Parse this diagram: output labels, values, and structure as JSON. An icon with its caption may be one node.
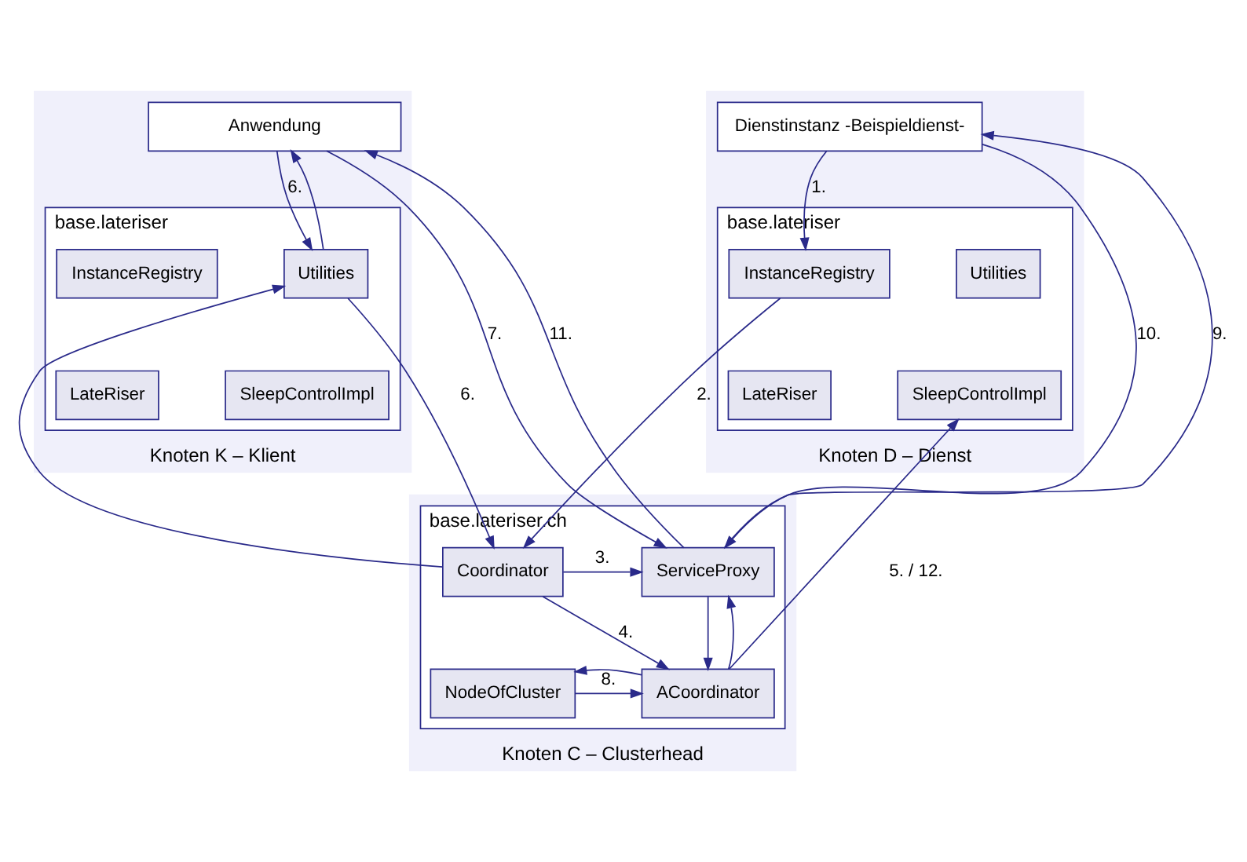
{
  "diagram": {
    "nodes": [
      {
        "text": [
          "Knoten K – Klient"
        ]
      },
      {
        "text": [
          "Anwendung"
        ],
        "in": 0
      },
      {
        "text": [
          "base.lateriser"
        ],
        "in": 0
      },
      {
        "text": [
          "InstanceRegistry"
        ],
        "in": 2
      },
      {
        "text": [
          "Utilities"
        ],
        "in": 2
      },
      {
        "text": [
          "LateRiser"
        ],
        "in": 2
      },
      {
        "text": [
          "SleepControlImpl"
        ],
        "in": 2
      },
      {
        "text": [
          "Knoten D – Dienst"
        ]
      },
      {
        "text": [
          "Dienstinstanz -Beispieldienst-"
        ],
        "in": 7
      },
      {
        "text": [
          "base.lateriser"
        ],
        "in": 7
      },
      {
        "text": [
          "InstanceRegistry"
        ],
        "in": 9
      },
      {
        "text": [
          "Utilities"
        ],
        "in": 9
      },
      {
        "text": [
          "LateRiser"
        ],
        "in": 9
      },
      {
        "text": [
          "SleepControlImpl"
        ],
        "in": 9
      },
      {
        "text": [
          "Knoten C – Clusterhead"
        ]
      },
      {
        "text": [
          "base.lateriser.ch"
        ],
        "in": 14
      },
      {
        "text": [
          "Coordinator"
        ],
        "in": 15
      },
      {
        "text": [
          "ServiceProxy"
        ],
        "in": 15
      },
      {
        "text": [
          "NodeOfCluster"
        ],
        "in": 15
      },
      {
        "text": [
          "ACoordinator"
        ],
        "in": 15
      }
    ],
    "edges": [
      {
        "from": 8,
        "to": 10,
        "arrow": "to",
        "label": "1."
      },
      {
        "from": 10,
        "to": 16,
        "arrow": "to",
        "label": "2."
      },
      {
        "from": 16,
        "to": 17,
        "arrow": "to",
        "label": "3."
      },
      {
        "from": 16,
        "to": 19,
        "arrow": "to",
        "label": "4."
      },
      {
        "from": 19,
        "to": 13,
        "arrow": "to",
        "label": "5. / 12."
      },
      {
        "from": 1,
        "to": 4,
        "arrow": "to",
        "label": "6."
      },
      {
        "from": 4,
        "to": 1,
        "arrow": "to"
      },
      {
        "from": 4,
        "to": 16,
        "arrow": "to",
        "label": "6."
      },
      {
        "from": 16,
        "to": 4,
        "arrow": "to"
      },
      {
        "from": 1,
        "to": 17,
        "arrow": "to",
        "label": "7."
      },
      {
        "from": 17,
        "to": 1,
        "arrow": "to",
        "label": "11."
      },
      {
        "from": 17,
        "to": 8,
        "arrow": "to",
        "label": "9."
      },
      {
        "from": 8,
        "to": 17,
        "arrow": "to",
        "label": "10."
      },
      {
        "from": 17,
        "to": 19,
        "arrow": "to"
      },
      {
        "from": 19,
        "to": 17,
        "arrow": "to"
      },
      {
        "from": 19,
        "to": 18,
        "arrow": "to"
      },
      {
        "from": 18,
        "to": 19,
        "arrow": "to",
        "label": "8."
      }
    ]
  }
}
